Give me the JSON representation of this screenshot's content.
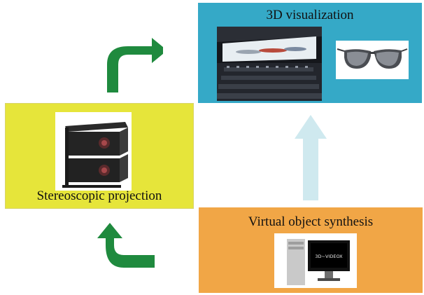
{
  "panels": {
    "visualization": {
      "label": "3D visualization",
      "color": "#35a9c7"
    },
    "projection": {
      "label": "Stereoscopic projection",
      "color": "#e6e53a"
    },
    "synthesis": {
      "label": "Virtual object synthesis",
      "color": "#f1a646"
    }
  },
  "monitor_screen_text": "3D~VIDEOX",
  "colors": {
    "curved_arrow": "#1f8a3e",
    "up_arrow": "#cfe9ef"
  }
}
